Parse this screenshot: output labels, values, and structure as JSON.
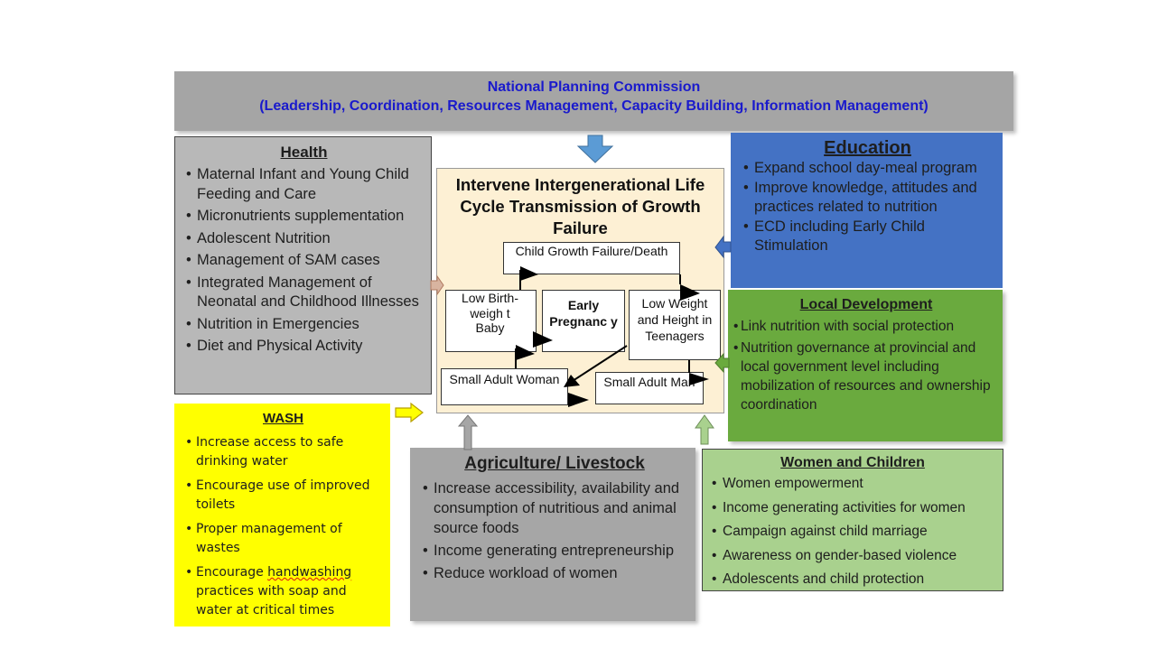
{
  "npc": {
    "title": "National Planning Commission",
    "subtitle": "(Leadership, Coordination, Resources Management, Capacity Building, Information Management)"
  },
  "health": {
    "title": "Health",
    "items": [
      "Maternal Infant and Young Child Feeding  and Care",
      "Micronutrients supplementation",
      "Adolescent Nutrition",
      "Management of SAM cases",
      "Integrated Management of Neonatal and Childhood Illnesses",
      "Nutrition in Emergencies",
      "Diet and Physical Activity"
    ]
  },
  "wash": {
    "title": "WASH",
    "items": [
      "Increase access to safe drinking water",
      "Encourage use of improved toilets",
      "Proper management of wastes"
    ],
    "item4_prefix": "Encourage ",
    "item4_flagged_word": "handwashing",
    "item4_suffix": " practices with soap and water at critical times"
  },
  "center": {
    "title": "Intervene Intergenerational Life Cycle Transmission of Growth Failure",
    "growth_failure": "Child Growth Failure/Death",
    "low_birth_weight": "Low Birth-weigh t Baby",
    "early_pregnancy": "Early Pregnanc y",
    "low_weight_height": "Low Weight and Height in Teenagers",
    "small_woman": "Small Adult Woman",
    "small_man": "Small Adult Man"
  },
  "education": {
    "title": "Education",
    "items": [
      "Expand school day-meal program",
      "Improve knowledge, attitudes and practices related to nutrition",
      "ECD including Early Child Stimulation"
    ]
  },
  "local_development": {
    "title": "Local Development",
    "items": [
      "Link nutrition with social protection",
      "Nutrition governance at provincial and local government level including mobilization of resources and ownership coordination"
    ]
  },
  "agriculture": {
    "title": "Agriculture/ Livestock",
    "items": [
      "Increase accessibility, availability and consumption of nutritious and animal source foods",
      "Income generating entrepreneurship",
      "Reduce workload of women"
    ]
  },
  "women_children": {
    "title": "Women and Children",
    "items": [
      "Women empowerment",
      "Income generating activities for women",
      "Campaign against child marriage",
      "Awareness on gender-based violence",
      "Adolescents and child protection"
    ]
  },
  "colors": {
    "npc_bg": "#a5a5a5",
    "npc_text": "#1a1acc",
    "health_bg": "#b8b8b8",
    "wash_bg": "#ffff00",
    "center_bg": "#fdf0d4",
    "education_bg": "#4472c4",
    "local_dev_bg": "#6aaa3e",
    "agriculture_bg": "#a6a6a6",
    "women_bg": "#a9d18e"
  }
}
